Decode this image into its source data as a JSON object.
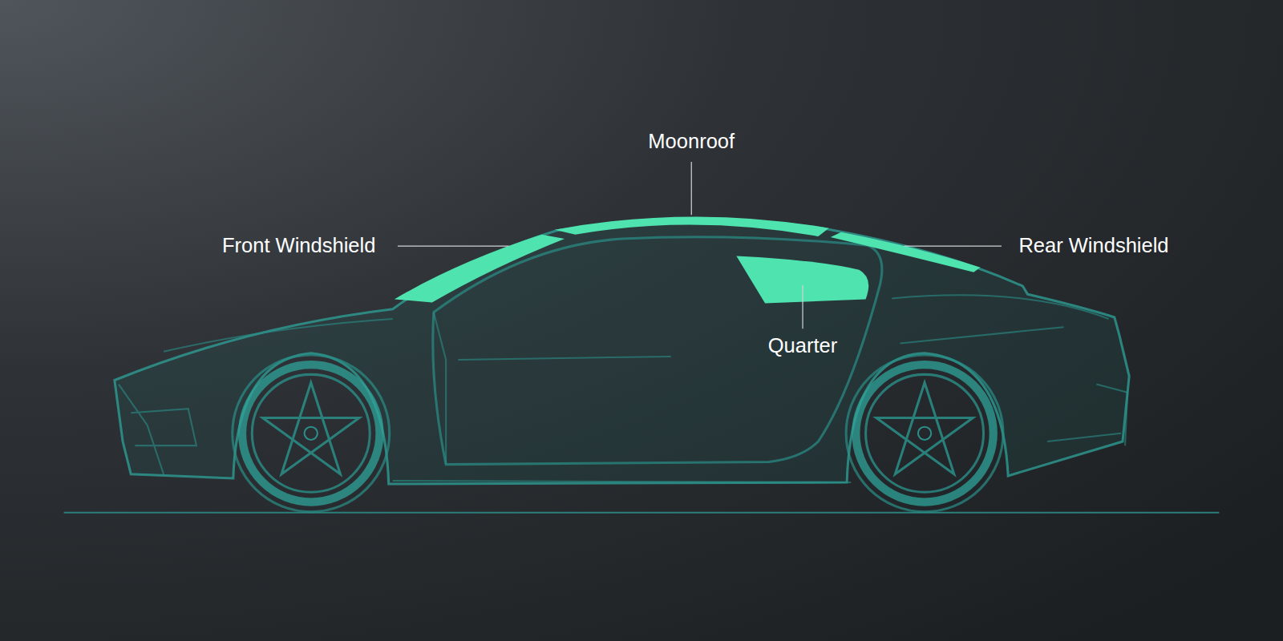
{
  "diagram": {
    "labels": [
      "Moonroof",
      "Front Windshield",
      "Rear Windshield",
      "Quarter"
    ]
  }
}
